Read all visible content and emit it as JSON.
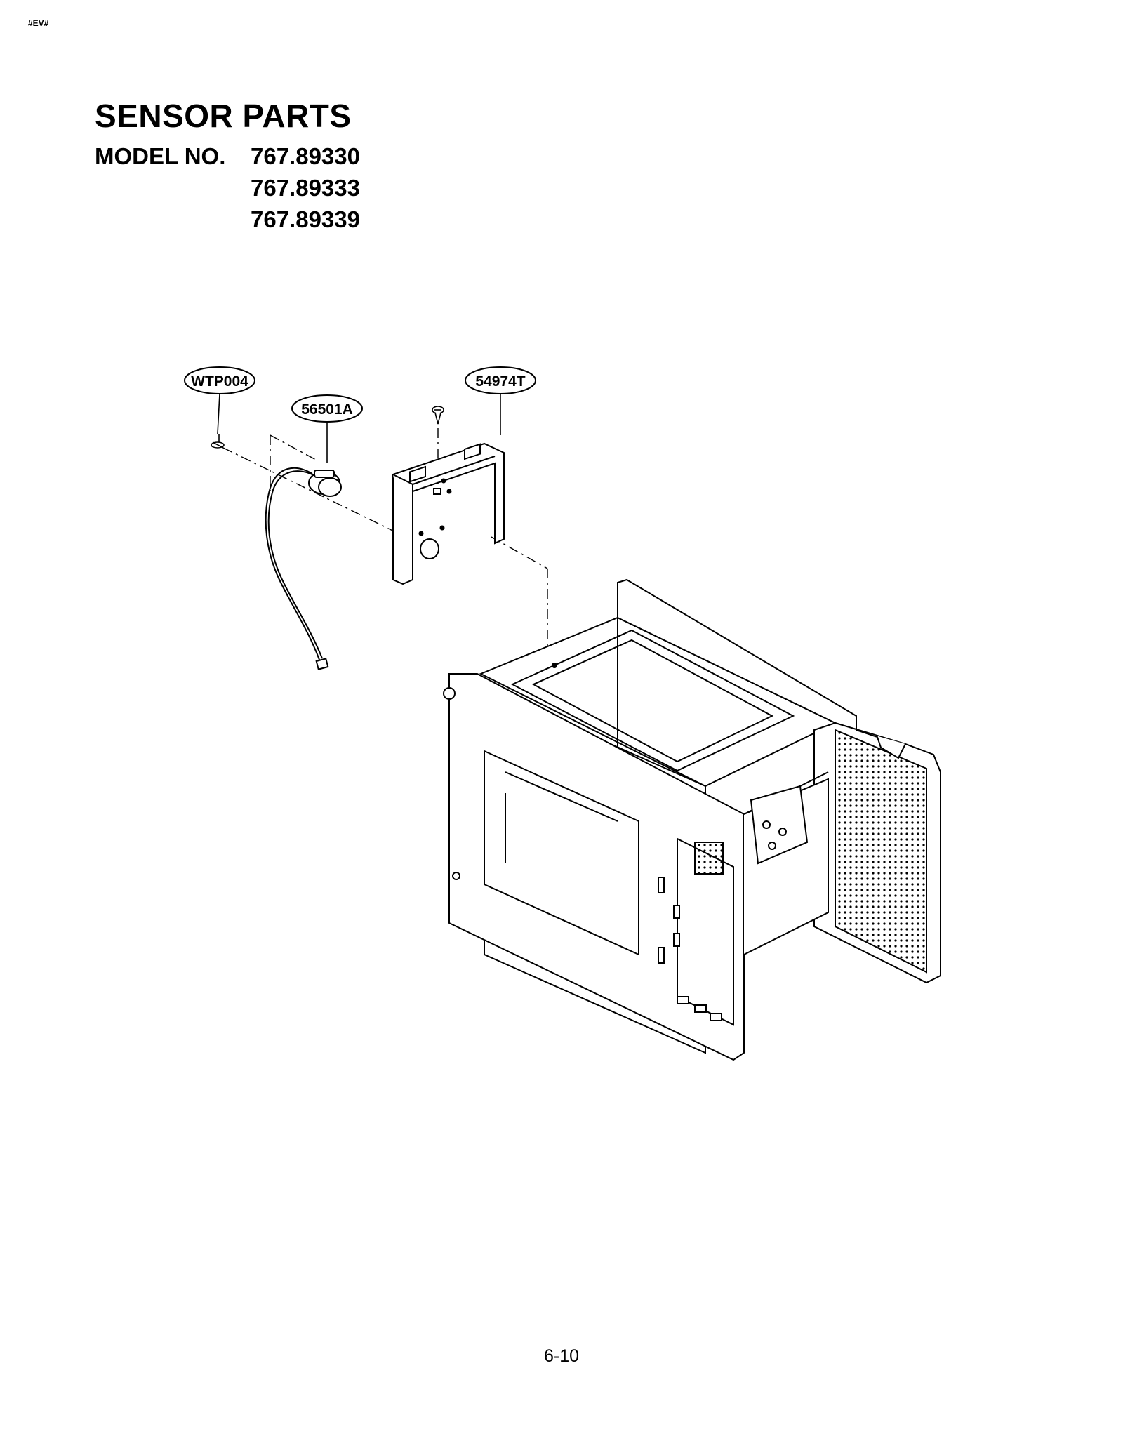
{
  "header_tag": "#EV#",
  "title": "SENSOR PARTS",
  "model_label": "MODEL NO.",
  "model_numbers": [
    "767.89330",
    "767.89333",
    "767.89339"
  ],
  "parts": [
    {
      "label": "WTP004",
      "name": "screw"
    },
    {
      "label": "56501A",
      "name": "humidity sensor"
    },
    {
      "label": "54974T",
      "name": "sensor bracket"
    }
  ],
  "page_number": "6-10"
}
